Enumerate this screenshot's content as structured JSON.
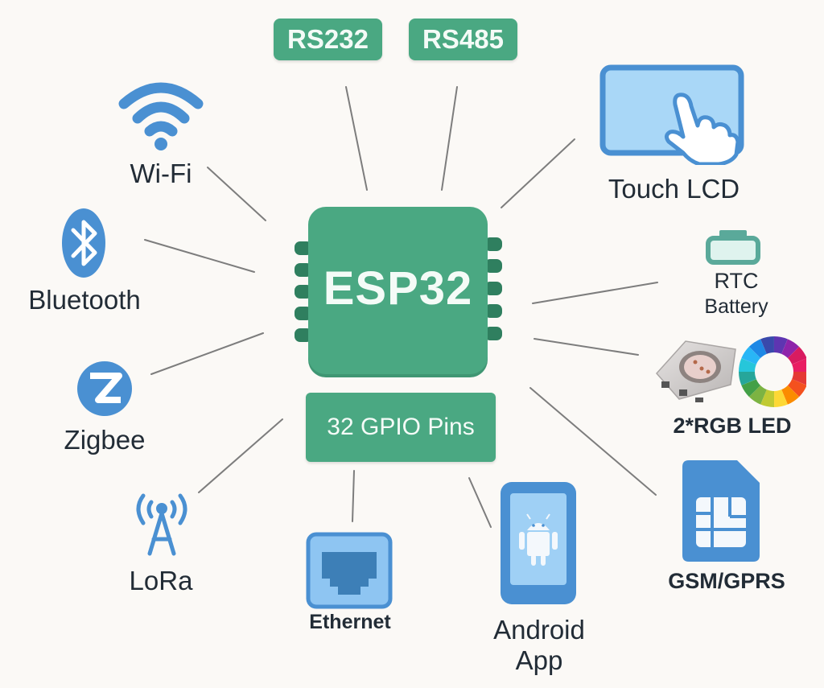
{
  "diagram": {
    "center": {
      "label": "ESP32",
      "color": "#4aa882"
    },
    "gpio": {
      "label": "32 GPIO Pins"
    },
    "top_tags": [
      {
        "label": "RS232"
      },
      {
        "label": "RS485"
      }
    ],
    "nodes": [
      {
        "id": "wifi",
        "label": "Wi-Fi",
        "icon": "wifi-icon"
      },
      {
        "id": "bluetooth",
        "label": "Bluetooth",
        "icon": "bluetooth-icon"
      },
      {
        "id": "zigbee",
        "label": "Zigbee",
        "icon": "zigbee-icon"
      },
      {
        "id": "lora",
        "label": "LoRa",
        "icon": "lora-antenna-icon"
      },
      {
        "id": "ethernet",
        "label": "Ethernet",
        "icon": "ethernet-port-icon"
      },
      {
        "id": "android",
        "label_line1": "Android",
        "label_line2": "App",
        "icon": "android-phone-icon"
      },
      {
        "id": "gsm",
        "label": "GSM/GPRS",
        "icon": "sim-card-icon"
      },
      {
        "id": "rgb",
        "label": "2*RGB LED",
        "icon": "rgb-led-icon"
      },
      {
        "id": "rtc",
        "label_line1": "RTC",
        "label_line2": "Battery",
        "icon": "battery-icon"
      },
      {
        "id": "touch",
        "label": "Touch LCD",
        "icon": "touch-screen-icon"
      }
    ],
    "colors": {
      "green": "#4aa882",
      "pin_green": "#2f7f5f",
      "icon_blue": "#4a90d2",
      "icon_light_blue": "#9fd0f5",
      "text": "#222c36",
      "line": "#7a7a7a"
    }
  }
}
